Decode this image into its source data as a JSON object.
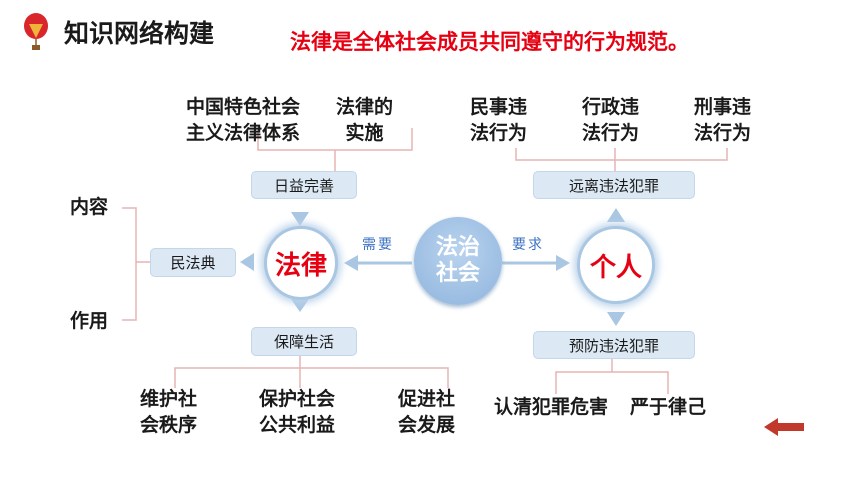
{
  "header": {
    "title": "知识网络构建",
    "subtitle": "法律是全体社会成员共同遵守的行为规范。"
  },
  "diagram": {
    "center": {
      "line1": "法治",
      "line2": "社会"
    },
    "left_node": "法律",
    "right_node": "个人",
    "arrow_left_label": "需要",
    "arrow_right_label": "要求",
    "law_top": {
      "pill": "日益完善",
      "items": [
        {
          "line1": "中国特色社会",
          "line2": "主义法律体系"
        },
        {
          "line1": "法律的",
          "line2": "实施"
        }
      ]
    },
    "law_left": {
      "pill": "民法典",
      "items": [
        "内容",
        "作用"
      ]
    },
    "law_bottom": {
      "pill": "保障生活",
      "items": [
        {
          "line1": "维护社",
          "line2": "会秩序"
        },
        {
          "line1": "保护社会",
          "line2": "公共利益"
        },
        {
          "line1": "促进社",
          "line2": "会发展"
        }
      ]
    },
    "person_top": {
      "pill": "远离违法犯罪",
      "items": [
        {
          "line1": "民事违",
          "line2": "法行为"
        },
        {
          "line1": "行政违",
          "line2": "法行为"
        },
        {
          "line1": "刑事违",
          "line2": "法行为"
        }
      ]
    },
    "person_bottom": {
      "pill": "预防违法犯罪",
      "items": [
        "认清犯罪危害",
        "严于律己"
      ]
    }
  },
  "colors": {
    "accent_red": "#e60012",
    "pill_bg": "#dce9f5",
    "arrow_blue": "#a9c6e2",
    "bracket_pink": "#e7b3b3",
    "back_arrow": "#c0392b"
  },
  "icons": {
    "logo": "balloon-icon",
    "nav": "back-arrow-icon"
  }
}
